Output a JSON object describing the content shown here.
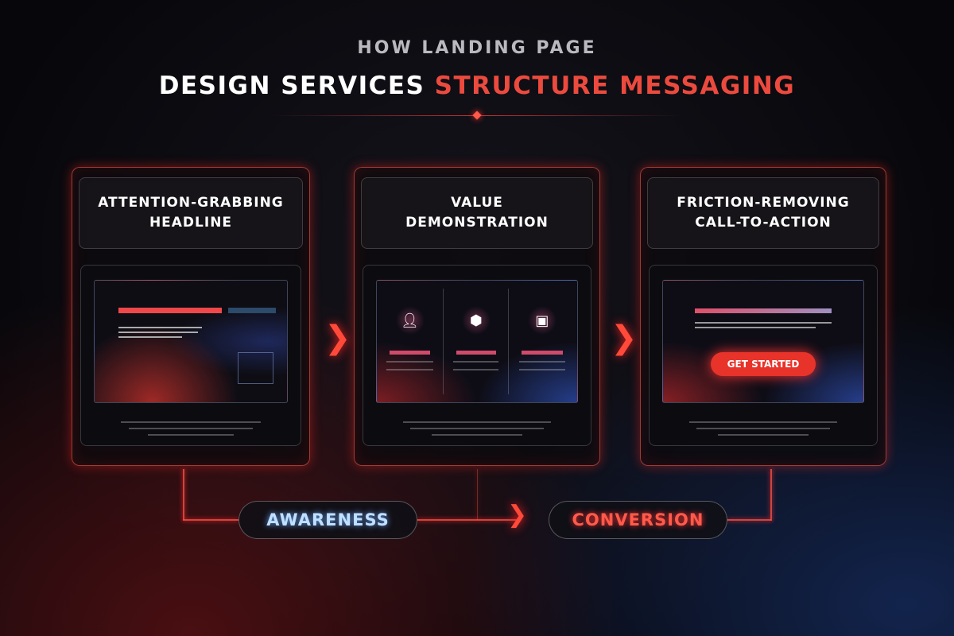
{
  "title": {
    "line1": "HOW LANDING PAGE",
    "line2_white": "DESIGN SERVICES",
    "line2_red": "STRUCTURE MESSAGING"
  },
  "panels": [
    {
      "line1": "ATTENTION-GRABBING",
      "line2": "HEADLINE"
    },
    {
      "line1": "VALUE",
      "line2": "DEMONSTRATION",
      "icons": [
        "user-icon",
        "cube-icon",
        "image-icon"
      ]
    },
    {
      "line1": "FRICTION-REMOVING",
      "line2": "CALL-TO-ACTION",
      "button": "GET STARTED"
    }
  ],
  "flow": {
    "start": "AWARENESS",
    "end": "CONVERSION"
  },
  "colors": {
    "accent": "#ec4a3e",
    "blue": "#6aa8ff"
  }
}
